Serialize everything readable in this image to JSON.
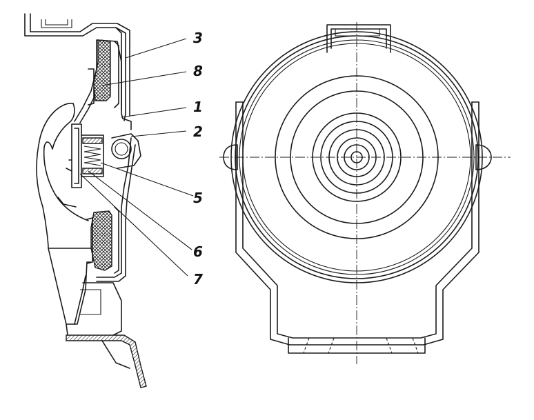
{
  "callouts": [
    {
      "id": "3",
      "label": "3"
    },
    {
      "id": "8",
      "label": "8"
    },
    {
      "id": "1",
      "label": "1"
    },
    {
      "id": "2",
      "label": "2"
    },
    {
      "id": "5",
      "label": "5"
    },
    {
      "id": "6",
      "label": "6"
    },
    {
      "id": "7",
      "label": "7"
    }
  ]
}
